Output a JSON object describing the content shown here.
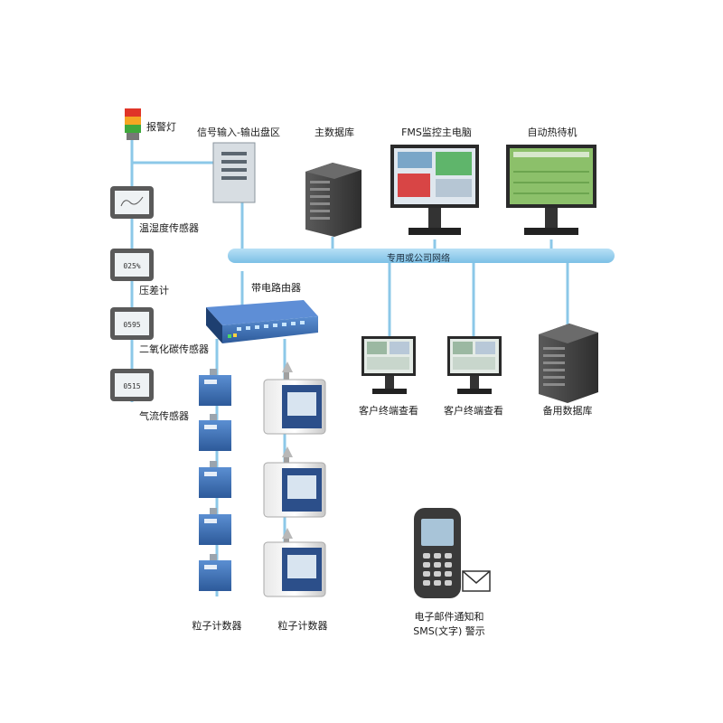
{
  "labels": {
    "alarm_light": "报警灯",
    "io_panel": "信号输入-输出盘区",
    "main_db": "主数据库",
    "fms_pc": "FMS监控主电脑",
    "hot_standby": "自动热待机",
    "temp_humidity": "温湿度传感器",
    "pressure_diff": "压差计",
    "co2": "二氧化碳传感器",
    "airflow": "气流传感器",
    "network": "专用或公司网络",
    "router": "带电路由器",
    "client1": "客户终端查看",
    "client2": "客户终端查看",
    "backup_db": "备用数据库",
    "particle_counter1": "粒子计数器",
    "particle_counter2": "粒子计数器",
    "notify_line1": "电子邮件通知和",
    "notify_line2": "SMS(文字) 警示"
  },
  "colors": {
    "link": "#8cc8e8",
    "network_bar": "#9ad0ee",
    "device_blue": "#3a6fb4",
    "server_gray": "#4a4a4a"
  },
  "icons": [
    "alarm-light-icon",
    "io-panel-icon",
    "server-icon",
    "monitor-icon",
    "sensor-icon",
    "router-icon",
    "particle-counter-icon",
    "mobile-phone-icon",
    "envelope-icon"
  ]
}
